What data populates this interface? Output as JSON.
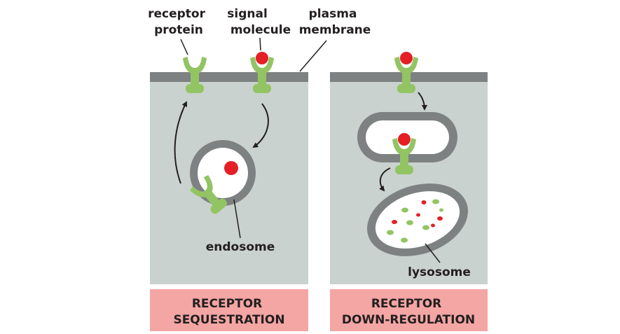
{
  "labels": {
    "receptor_protein": [
      "receptor",
      "protein"
    ],
    "signal_molecule": [
      "signal",
      "molecule"
    ],
    "plasma_membrane": [
      "plasma",
      "membrane"
    ],
    "endosome": "endosome",
    "lysosome": "lysosome"
  },
  "panels": {
    "left": {
      "caption": [
        "RECEPTOR",
        "SEQUESTRATION"
      ]
    },
    "right": {
      "caption": [
        "RECEPTOR",
        "DOWN-REGULATION"
      ]
    }
  },
  "colors": {
    "cytoplasm": "#c9d2ce",
    "membrane": "#7e8181",
    "receptor": "#93c463",
    "signal": "#e41f26",
    "vesicle_lumen": "#ffffff",
    "caption_box": "#f4a6a4",
    "text": "#231f20"
  }
}
